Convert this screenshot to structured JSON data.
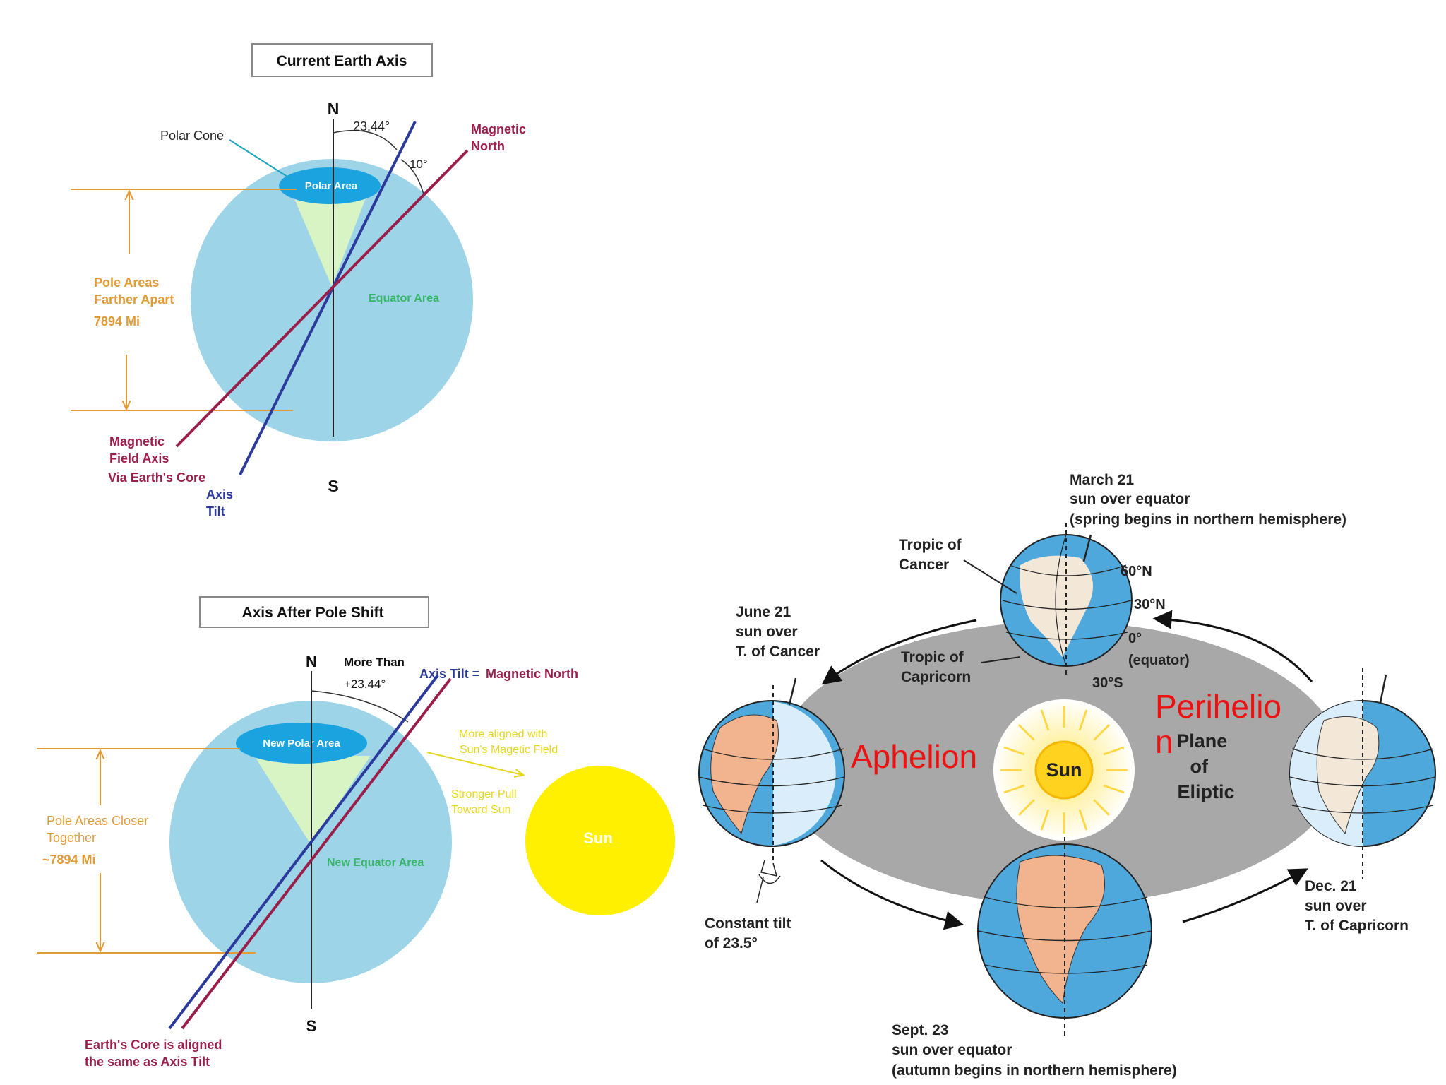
{
  "current_axis": {
    "title": "Current Earth Axis",
    "north": "N",
    "south": "S",
    "tilt_angle": "23.44°",
    "mag_angle": "10°",
    "polar_cone": "Polar Cone",
    "polar_area": "Polar Area",
    "equator_area": "Equator Area",
    "magnetic_north": [
      "Magnetic",
      "North"
    ],
    "pole_areas": [
      "Pole Areas",
      "Farther Apart"
    ],
    "distance": "7894 Mi",
    "mag_field_axis": [
      "Magnetic",
      "Field Axis"
    ],
    "via_core": "Via Earth's Core",
    "axis_tilt": [
      "Axis",
      "Tilt"
    ]
  },
  "after_shift": {
    "title": "Axis After Pole Shift",
    "north": "N",
    "south": "S",
    "more_than": "More Than",
    "angle": "+23.44°",
    "axis_tilt_eq": "Axis Tilt =",
    "magnetic_north": "Magnetic North",
    "new_polar_area": "New Polar Area",
    "new_equator_area": "New Equator Area",
    "aligned": [
      "More aligned with",
      "Sun's Magetic Field"
    ],
    "pull": [
      "Stronger Pull",
      "Toward Sun"
    ],
    "sun": "Sun",
    "pole_areas": [
      "Pole Areas Closer",
      "Together"
    ],
    "distance": "~7894 Mi",
    "core_aligned": [
      "Earth's Core is aligned",
      "the same as Axis Tilt"
    ]
  },
  "orbit": {
    "march": [
      "March 21",
      "sun over equator",
      "(spring begins in northern hemisphere)"
    ],
    "tropic_cancer": [
      "Tropic of",
      "Cancer"
    ],
    "tropic_capricorn": [
      "Tropic of",
      "Capricorn"
    ],
    "lat_60": "60°N",
    "lat_30n": "30°N",
    "lat_0": [
      "0°",
      "(equator)"
    ],
    "lat_30s": "30°S",
    "june": [
      "June 21",
      "sun over",
      "T. of Cancer"
    ],
    "aphelion": "Aphelion",
    "perihelion": [
      "Perihelio",
      "n"
    ],
    "sun": "Sun",
    "plane": [
      "Plane",
      "of",
      "Eliptic"
    ],
    "constant_tilt": [
      "Constant tilt",
      "of 23.5°"
    ],
    "dec": [
      "Dec. 21",
      "sun over",
      "T. of Capricorn"
    ],
    "sept": [
      "Sept. 23",
      "sun over equator",
      "(autumn begins in northern hemisphere)"
    ]
  },
  "colors": {
    "ocean": "#9dd4e8",
    "cone": "#d8f3c4",
    "polar": "#1ba3e0",
    "axis_blue": "#2c3a9c",
    "magnetic": "#9a1e4a",
    "orange": "#e19a36",
    "green": "#38b56a",
    "sun_yellow": "#fff000",
    "red_label": "#ee1111",
    "orbit_gray": "#a8a8a8",
    "land": "#f2b48f"
  }
}
